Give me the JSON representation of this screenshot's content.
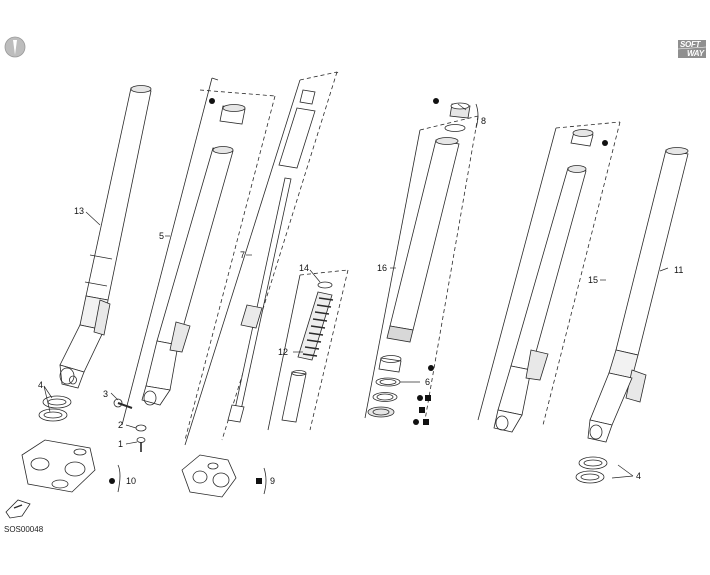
{
  "diagram": {
    "part_labels": [
      "13",
      "5",
      "7",
      "16",
      "8",
      "15",
      "11",
      "14",
      "12",
      "6",
      "4",
      "3",
      "2",
      "1",
      "10",
      "9"
    ],
    "legend_dot": "●",
    "legend_square": "■",
    "drawing_code": "SOS00048",
    "brand_line1": "SOFT",
    "brand_line2": "WAY"
  },
  "colors": {
    "line": "#2a2a2a",
    "fill": "#ffffff",
    "shade": "#d8d8d8",
    "logo_bg": "#8f8f8f"
  }
}
